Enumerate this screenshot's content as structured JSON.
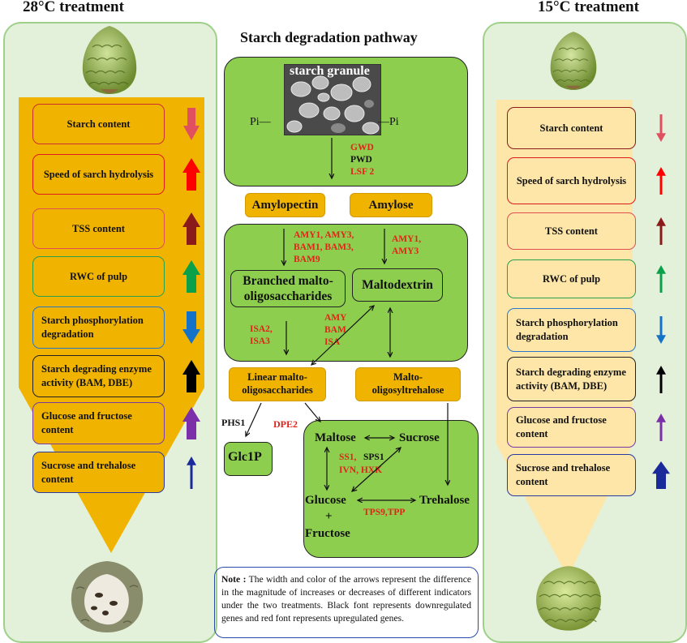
{
  "left": {
    "title": "28°C treatment",
    "indicators": [
      {
        "label": "Starch content",
        "border": "#cc2f2f",
        "arrow": "down",
        "color": "#e0505e",
        "size": "medium"
      },
      {
        "label": "Speed of sarch hydrolysis",
        "border": "#e01a1a",
        "arrow": "up",
        "color": "#ff0000",
        "size": "large"
      },
      {
        "label": "TSS content",
        "border": "#e05050",
        "arrow": "up",
        "color": "#8b1a1a",
        "size": "large"
      },
      {
        "label": "RWC of pulp",
        "border": "#2aa04a",
        "arrow": "up",
        "color": "#0aa14a",
        "size": "large"
      },
      {
        "label": "Starch phosphorylation degradation",
        "border": "#2b78c8",
        "arrow": "down",
        "color": "#1472c8",
        "size": "large"
      },
      {
        "label": "Starch degrading enzyme activity (BAM, DBE)",
        "border": "#222222",
        "arrow": "up",
        "color": "#000000",
        "size": "large"
      },
      {
        "label": "Glucose and fructose content",
        "border": "#7a3aa6",
        "arrow": "up",
        "color": "#7b2fa8",
        "size": "large"
      },
      {
        "label": "Sucrose and trehalose content",
        "border": "#2b3aa0",
        "arrow": "up",
        "color": "#1a2a9a",
        "size": "thin"
      }
    ]
  },
  "right": {
    "title": "15°C treatment",
    "indicators": [
      {
        "label": "Starch content",
        "border": "#8b1a1a",
        "arrow": "down",
        "color": "#e0505e",
        "size": "thin"
      },
      {
        "label": "Speed of sarch hydrolysis",
        "border": "#e01a1a",
        "arrow": "up",
        "color": "#ff0000",
        "size": "thin"
      },
      {
        "label": "TSS content",
        "border": "#e05050",
        "arrow": "up",
        "color": "#8b1a1a",
        "size": "thin"
      },
      {
        "label": "RWC of pulp",
        "border": "#2aa04a",
        "arrow": "up",
        "color": "#0aa14a",
        "size": "thin"
      },
      {
        "label": "Starch phosphorylation degradation",
        "border": "#2b78c8",
        "arrow": "down",
        "color": "#1472c8",
        "size": "thin"
      },
      {
        "label": "Starch degrading enzyme activity (BAM, DBE)",
        "border": "#222222",
        "arrow": "up",
        "color": "#000000",
        "size": "thin"
      },
      {
        "label": "Glucose and fructose content",
        "border": "#7a3aa6",
        "arrow": "up",
        "color": "#7b2fa8",
        "size": "thin"
      },
      {
        "label": "Sucrose and trehalose content",
        "border": "#2b3aa0",
        "arrow": "up",
        "color": "#1a2a9a",
        "size": "large"
      }
    ]
  },
  "center": {
    "title": "Starch degradation pathway",
    "granule_label": "starch granule",
    "pi_left": "Pi—",
    "pi_right": "—Pi",
    "genes_top": [
      {
        "text": "GWD",
        "color": "red"
      },
      {
        "text": "PWD",
        "color": "black"
      },
      {
        "text": "LSF 2",
        "color": "red"
      }
    ],
    "amylopectin": "Amylopectin",
    "amylose": "Amylose",
    "genes_amylopectin": [
      "AMY1, AMY3,",
      "BAM1, BAM3,",
      "BAM9"
    ],
    "genes_amylose": [
      "AMY1,",
      "AMY3"
    ],
    "branched": "Branched malto-oligosaccharides",
    "maltodextrin": "Maltodextrin",
    "genes_isa": [
      "ISA2,",
      "ISA3"
    ],
    "genes_amy_bam_isa": [
      "AMY",
      "BAM",
      "ISA"
    ],
    "linear": "Linear malto-oligosaccharides",
    "maltooligosyltrehalose": "Malto-oligosyltrehalose",
    "phs1": "PHS1",
    "dpe2": "DPE2",
    "glc1p": "Glc1P",
    "maltose": "Maltose",
    "sucrose": "Sucrose",
    "glucose": "Glucose",
    "plus": "+",
    "fructose": "Fructose",
    "trehalose": "Trehalose",
    "ss1": "SS1,",
    "sps1": "SPS1",
    "ivn_hxk": "IVN, HXK",
    "tps9_tpp": "TPS9,TPP"
  },
  "note": {
    "label": "Note :",
    "text": "The width and color of the arrows represent the difference in the magnitude of increases or decreases of different indicators under the two treatments. Black font represents downregulated genes and red font represents upregulated genes."
  }
}
